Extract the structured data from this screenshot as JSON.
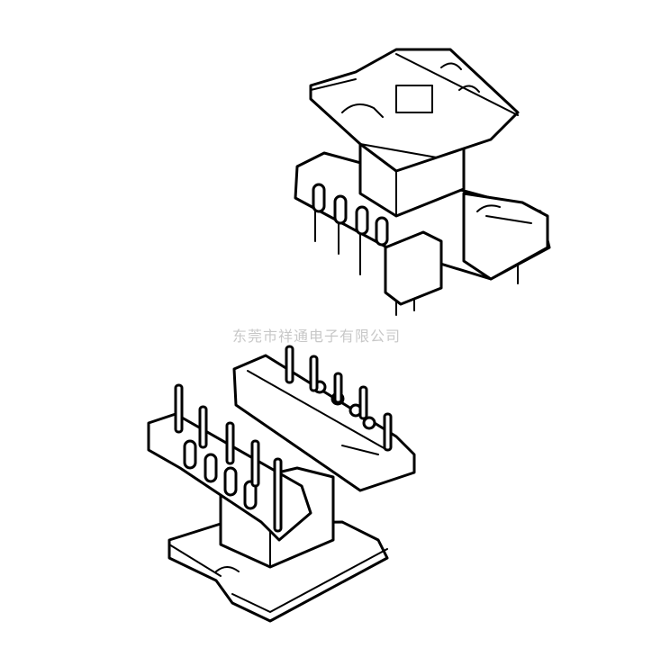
{
  "watermark": "东莞市祥通电子有限公司",
  "figures": [
    "bobbin-top-view",
    "bobbin-bottom-view"
  ]
}
